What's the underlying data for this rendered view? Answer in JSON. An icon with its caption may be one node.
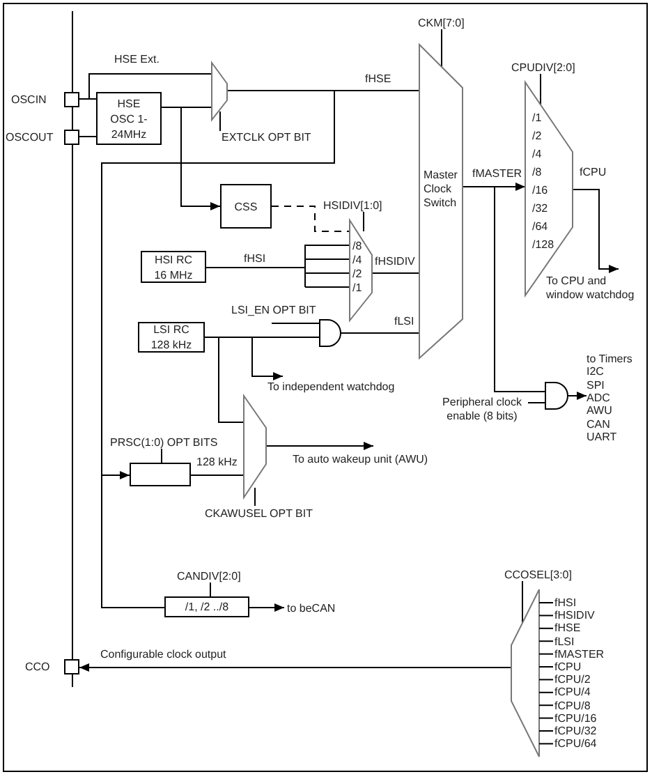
{
  "diagram": {
    "nodes": [
      {
        "text": [
          "OSCIN"
        ]
      },
      {
        "text": [
          "OSCOUT"
        ]
      },
      {
        "text": [
          "HSE OSC 1-24MHz"
        ]
      },
      {
        "text": [],
        "shape": "trapezoid",
        "beside": [
          "EXTCLK OPT BIT"
        ]
      },
      {
        "text": [
          "CSS"
        ]
      },
      {
        "text": [
          "HSI RC 16 MHz"
        ]
      },
      {
        "text": [
          "/8",
          "/4",
          "/2",
          "/1"
        ],
        "beside": [
          "HSIDIV[1:0]"
        ]
      },
      {
        "text": [
          "Master Clock Switch"
        ],
        "beside": [
          "CKM[7:0]"
        ]
      },
      {
        "text": [
          "/1",
          "/2",
          "/4",
          "/8",
          "/16",
          "/32",
          "/64",
          "/128"
        ],
        "beside": [
          "CPUDIV[2:0]"
        ]
      },
      {
        "text": [
          "LSI RC 128 kHz"
        ]
      },
      {
        "text": [],
        "shape": "gate",
        "beside": [
          "LSI_EN OPT BIT"
        ]
      },
      {
        "text": [
          "To independent watchdog"
        ]
      },
      {
        "text": [],
        "shape": "box",
        "beside": [
          "PRSC(1:0) OPT BITS"
        ]
      },
      {
        "text": [],
        "shape": "trapezoid",
        "beside": [
          "CKAWUSEL OPT BIT"
        ]
      },
      {
        "text": [
          "To auto wakeup unit (AWU)"
        ]
      },
      {
        "text": [
          "/1, /2 ../8"
        ],
        "beside": [
          "CANDIV[2:0]"
        ]
      },
      {
        "text": [
          "to beCAN"
        ]
      },
      {
        "text": [
          "CCO"
        ]
      },
      {
        "text": [
          "fHSI",
          "fHSIDIV",
          "fHSE",
          "fLSI",
          "fMASTER",
          "fCPU",
          "fCPU/2",
          "fCPU/4",
          "fCPU/8",
          "fCPU/16",
          "fCPU/32",
          "fCPU/64"
        ],
        "beside": [
          "CCOSEL[3:0]"
        ]
      },
      {
        "text": [
          "To CPU and window watchdog"
        ]
      },
      {
        "text": [],
        "shape": "gate"
      },
      {
        "text": [
          "Peripheral clock enable (8 bits)"
        ]
      },
      {
        "text": [
          "to Timers",
          "I2C",
          "SPI",
          "ADC",
          "AWU",
          "CAN",
          "UART"
        ]
      }
    ],
    "edges": [
      {
        "from": 0,
        "to": 2,
        "arrow": "none"
      },
      {
        "from": 1,
        "to": 2,
        "arrow": "none"
      },
      {
        "from": 0,
        "to": 3,
        "arrow": "none",
        "label": "HSE Ext."
      },
      {
        "from": 2,
        "to": 3,
        "arrow": "none"
      },
      {
        "from": 2,
        "to": 4,
        "arrow": "to"
      },
      {
        "from": 3,
        "to": 7,
        "arrow": "none",
        "label": "fHSE"
      },
      {
        "from": 4,
        "to": 6,
        "arrow": "none",
        "style": "dashed"
      },
      {
        "from": 5,
        "to": 6,
        "arrow": "none",
        "label": "fHSI"
      },
      {
        "from": 6,
        "to": 7,
        "arrow": "none",
        "label": "fHSIDIV"
      },
      {
        "from": 9,
        "to": 10,
        "arrow": "none"
      },
      {
        "from": 10,
        "to": 7,
        "arrow": "none",
        "label": "fLSI"
      },
      {
        "from": 9,
        "to": 11,
        "arrow": "to"
      },
      {
        "from": 9,
        "to": 13,
        "arrow": "none"
      },
      {
        "from": 12,
        "to": 13,
        "arrow": "none",
        "label": "128 kHz"
      },
      {
        "from": 13,
        "to": 14,
        "arrow": "to"
      },
      {
        "from": 7,
        "to": 8,
        "arrow": "to",
        "label": "fMASTER"
      },
      {
        "from": 8,
        "to": 19,
        "arrow": "to",
        "label": "fCPU"
      },
      {
        "from": 7,
        "to": 20,
        "arrow": "none"
      },
      {
        "from": 21,
        "to": 20,
        "arrow": "none"
      },
      {
        "from": 20,
        "to": 22,
        "arrow": "to"
      },
      {
        "from": 3,
        "to": 12,
        "arrow": "to"
      },
      {
        "from": 3,
        "to": 15,
        "arrow": "none"
      },
      {
        "from": 15,
        "to": 16,
        "arrow": "to"
      },
      {
        "from": 18,
        "to": 17,
        "arrow": "to",
        "label": "Configurable clock output"
      }
    ]
  }
}
